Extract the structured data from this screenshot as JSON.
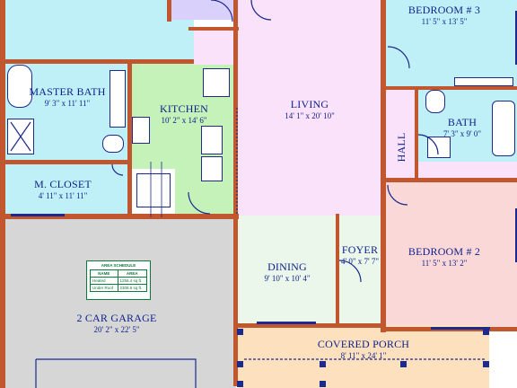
{
  "rooms": {
    "master_bath": {
      "name": "MASTER BATH",
      "dims": "9' 3\" x 11' 11\""
    },
    "m_closet": {
      "name": "M. CLOSET",
      "dims": "4' 11\" x 11' 11\""
    },
    "kitchen": {
      "name": "KITCHEN",
      "dims": "10' 2\" x 14' 6\""
    },
    "living": {
      "name": "LIVING",
      "dims": "14' 1\" x 20' 10\""
    },
    "bedroom3": {
      "name": "BEDROOM # 3",
      "dims": "11' 5\" x 13' 5\""
    },
    "bath": {
      "name": "BATH",
      "dims": "7' 3\" x 9' 0\""
    },
    "hall": {
      "name": "HALL"
    },
    "bedroom2": {
      "name": "BEDROOM # 2",
      "dims": "11' 5\" x 13' 2\""
    },
    "foyer": {
      "name": "FOYER",
      "dims": "4' 0\" x 7' 7\""
    },
    "dining": {
      "name": "DINING",
      "dims": "9' 10\" x 10' 4\""
    },
    "garage": {
      "name": "2 CAR GARAGE",
      "dims": "20' 2\" x 22' 5\""
    },
    "porch": {
      "name": "COVERED PORCH",
      "dims": "8' 11\" x 24' 1\""
    }
  },
  "area_schedule": {
    "title": "AREA SCHEDULE",
    "headers": [
      "NAME",
      "AREA"
    ],
    "rows": [
      {
        "name": "Heated",
        "area": "1256.4 sq ft."
      },
      {
        "name": "Under Roof",
        "area": "2308.6 sq ft."
      }
    ]
  },
  "colors": {
    "wall": "#c0572f",
    "label": "#0d1f8a",
    "bath": "#bff0f7",
    "kitchen": "#c4f2b8",
    "living": "#fbe2fb",
    "bedroom": "#fbd8d8",
    "garage": "#d6d6d6",
    "porch": "#fde1bf"
  }
}
